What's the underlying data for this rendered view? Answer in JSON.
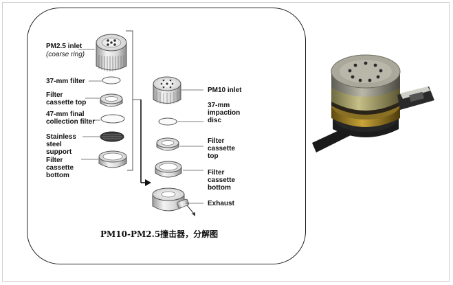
{
  "left_stack": {
    "pm25_inlet": "PM2.5 inlet",
    "pm25_inlet_sub": "(coarse ring)",
    "filter_37mm": "37-mm filter",
    "filter_cassette_top": "Filter cassette top",
    "final_filter": "47-mm final collection filter",
    "stainless_support": "Stainless steel support",
    "filter_cassette_bottom": "Filter cassette bottom"
  },
  "right_stack": {
    "pm10_inlet": "PM10 inlet",
    "impaction_disc": "37-mm impaction disc",
    "filter_cassette_top": "Filter cassette top",
    "filter_cassette_bottom": "Filter cassette bottom",
    "exhaust": "Exhaust"
  },
  "caption": "PM10-PM2.5撞击器，分解图"
}
